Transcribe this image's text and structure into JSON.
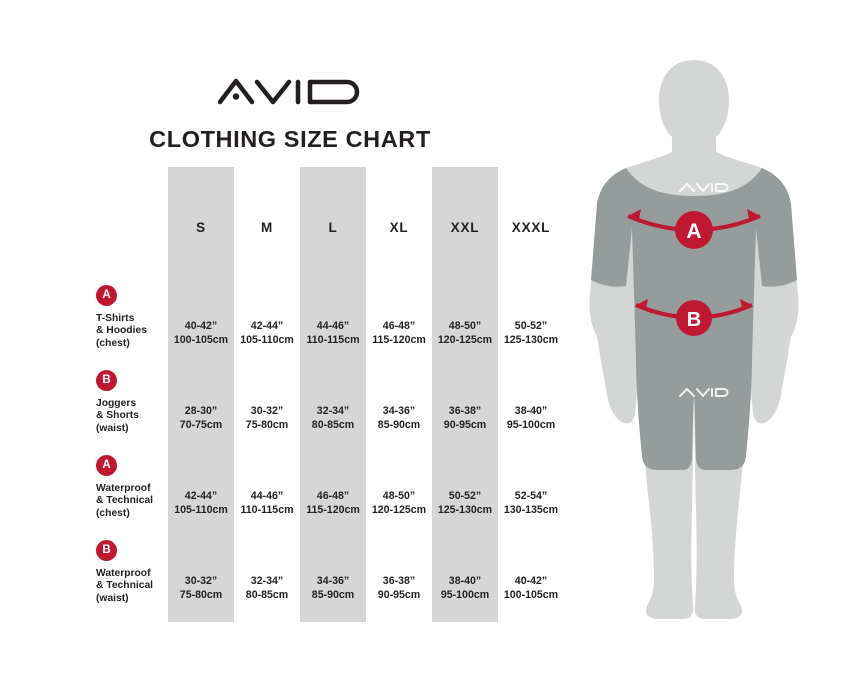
{
  "brand": {
    "logo_name": "AVID",
    "logo_alt": "avid-logo"
  },
  "header": {
    "title": "CLOTHING SIZE CHART"
  },
  "colors": {
    "accent_red": "#be1832",
    "band_gray": "#d6d6d6",
    "text_dark": "#231f20",
    "body_light": "#d4d6d6",
    "garment_gray": "#969b9b"
  },
  "table": {
    "size_headers": [
      "S",
      "M",
      "L",
      "XL",
      "XXL",
      "XXXL"
    ],
    "banded_columns": [
      0,
      2,
      4
    ],
    "rows": [
      {
        "badge": "A",
        "label": "T-Shirts\n& Hoodies\n(chest)",
        "cells": [
          {
            "imperial": "40-42”",
            "metric": "100-105cm"
          },
          {
            "imperial": "42-44”",
            "metric": "105-110cm"
          },
          {
            "imperial": "44-46”",
            "metric": "110-115cm"
          },
          {
            "imperial": "46-48”",
            "metric": "115-120cm"
          },
          {
            "imperial": "48-50”",
            "metric": "120-125cm"
          },
          {
            "imperial": "50-52”",
            "metric": "125-130cm"
          }
        ]
      },
      {
        "badge": "B",
        "label": "Joggers\n& Shorts\n(waist)",
        "cells": [
          {
            "imperial": "28-30”",
            "metric": "70-75cm"
          },
          {
            "imperial": "30-32”",
            "metric": "75-80cm"
          },
          {
            "imperial": "32-34”",
            "metric": "80-85cm"
          },
          {
            "imperial": "34-36”",
            "metric": "85-90cm"
          },
          {
            "imperial": "36-38”",
            "metric": "90-95cm"
          },
          {
            "imperial": "38-40”",
            "metric": "95-100cm"
          }
        ]
      },
      {
        "badge": "A",
        "label": "Waterproof\n& Technical\n(chest)",
        "cells": [
          {
            "imperial": "42-44”",
            "metric": "105-110cm"
          },
          {
            "imperial": "44-46”",
            "metric": "110-115cm"
          },
          {
            "imperial": "46-48”",
            "metric": "115-120cm"
          },
          {
            "imperial": "48-50”",
            "metric": "120-125cm"
          },
          {
            "imperial": "50-52”",
            "metric": "125-130cm"
          },
          {
            "imperial": "52-54”",
            "metric": "130-135cm"
          }
        ]
      },
      {
        "badge": "B",
        "label": "Waterproof\n& Technical\n(waist)",
        "cells": [
          {
            "imperial": "30-32”",
            "metric": "75-80cm"
          },
          {
            "imperial": "32-34”",
            "metric": "80-85cm"
          },
          {
            "imperial": "34-36”",
            "metric": "85-90cm"
          },
          {
            "imperial": "36-38”",
            "metric": "90-95cm"
          },
          {
            "imperial": "38-40”",
            "metric": "95-100cm"
          },
          {
            "imperial": "40-42”",
            "metric": "100-105cm"
          }
        ]
      }
    ]
  },
  "figure": {
    "alt": "male-mannequin-measurement-diagram",
    "markers": [
      {
        "id": "A",
        "meaning": "chest"
      },
      {
        "id": "B",
        "meaning": "waist"
      }
    ],
    "garment_logo": "AVID"
  }
}
